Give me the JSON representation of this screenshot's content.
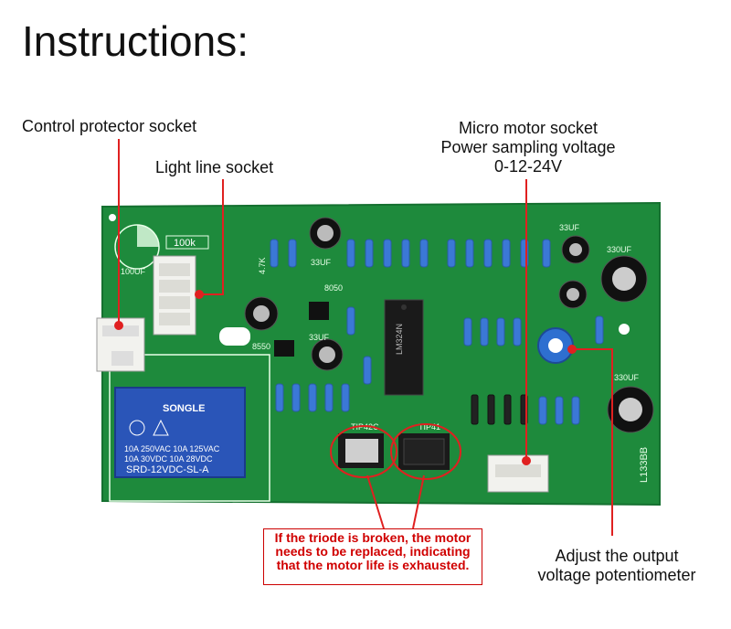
{
  "title": "Instructions:",
  "labels": {
    "control_protector": "Control protector socket",
    "light_line": "Light line socket",
    "micro_motor": [
      "Micro motor socket",
      "Power sampling voltage",
      "0-12-24V"
    ],
    "adjust": [
      "Adjust the output",
      "voltage potentiometer"
    ]
  },
  "warning": "If the triode is broken, the motor needs to be replaced, indicating that the motor life is exhausted.",
  "board_text": {
    "relay_brand": "SONGLE",
    "relay_ratings_1": "10A 250VAC  10A 125VAC",
    "relay_ratings_2": "10A  30VDC  10A  28VDC",
    "relay_model": "SRD-12VDC-SL-A",
    "resistor_100k": "100k",
    "cap_100uf": "100UF",
    "cap_33uf_1": "33UF",
    "cap_33uf_2": "33UF",
    "cap_33uf_3": "33UF",
    "cap_330uf_1": "330UF",
    "cap_330uf_2": "330UF",
    "transistor_8050": "8050",
    "transistor_8550": "8550",
    "triode_1": "TIP42C",
    "triode_2": "TIP41",
    "ic_label": "LM324N",
    "board_id": "L133BB",
    "r47k": "4.7K"
  },
  "colors": {
    "board": "#1e8a3c",
    "annotation": "#e02020"
  }
}
